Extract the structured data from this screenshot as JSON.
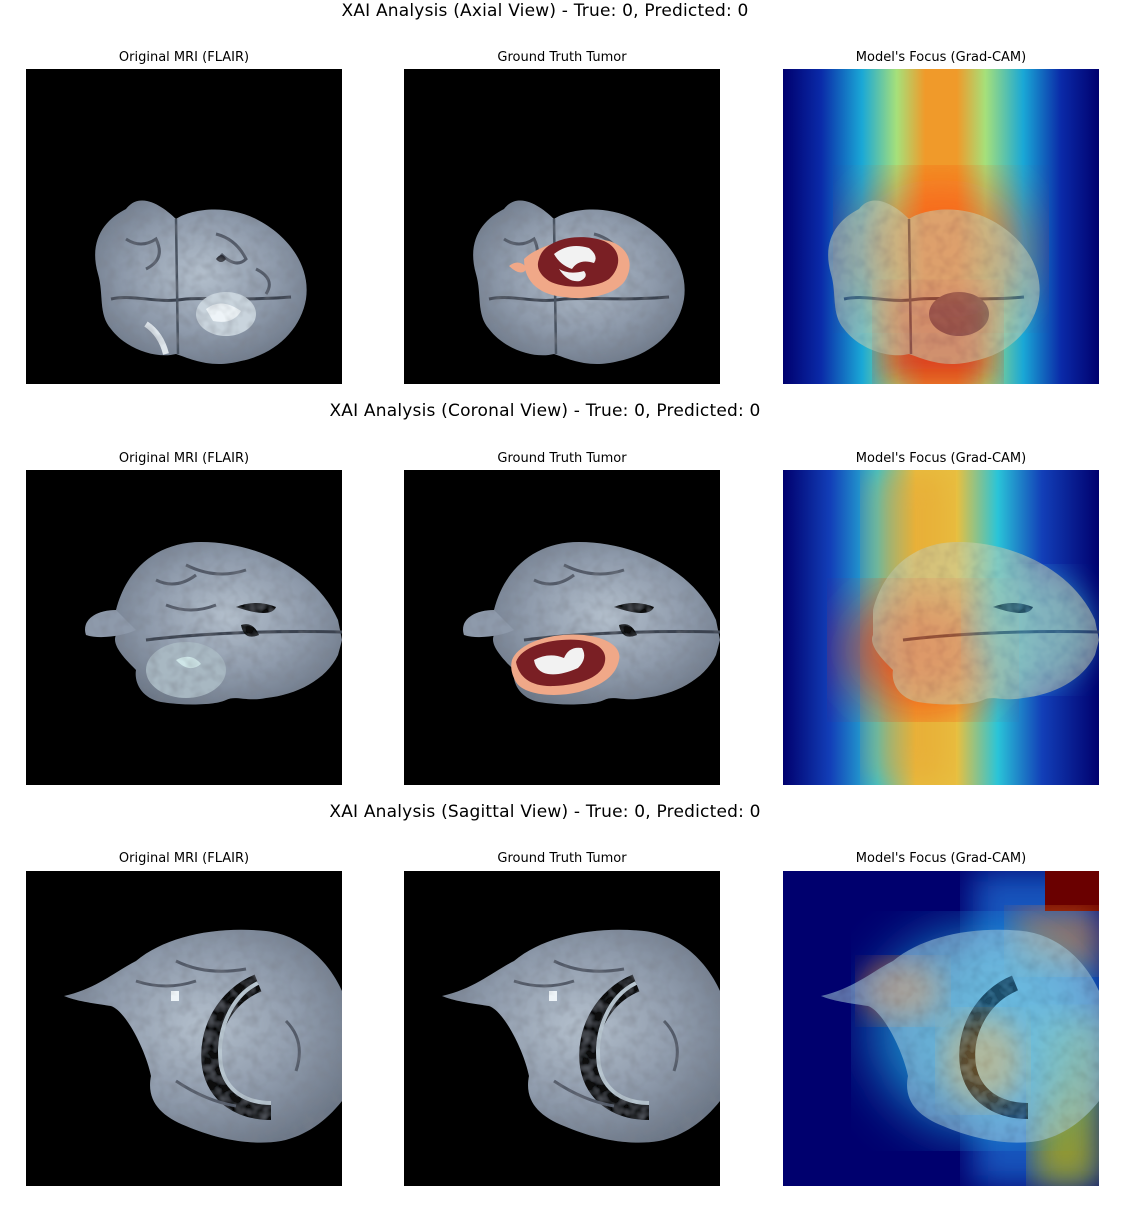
{
  "rows": [
    {
      "view": "axial",
      "title": "XAI Analysis (Axial View) - True: 0, Predicted: 0",
      "panels": [
        "Original MRI (FLAIR)",
        "Ground Truth Tumor",
        "Model's Focus (Grad-CAM)"
      ]
    },
    {
      "view": "coronal",
      "title": "XAI Analysis (Coronal View) - True: 0, Predicted: 0",
      "panels": [
        "Original MRI (FLAIR)",
        "Ground Truth Tumor",
        "Model's Focus (Grad-CAM)"
      ]
    },
    {
      "view": "sagittal",
      "title": "XAI Analysis (Sagittal View) - True: 0, Predicted: 0",
      "panels": [
        "Original MRI (FLAIR)",
        "Ground Truth Tumor",
        "Model's Focus (Grad-CAM)"
      ]
    }
  ],
  "colors": {
    "background": "#000000",
    "brain_tissue": "#8e9aab",
    "tumor_core": "#7a1f24",
    "tumor_edema": "#f0a888",
    "tumor_enhancing": "#f2f2f2",
    "cam_low": "#00007a",
    "cam_mid": "#22d0d0",
    "cam_high": "#ff2a00"
  }
}
